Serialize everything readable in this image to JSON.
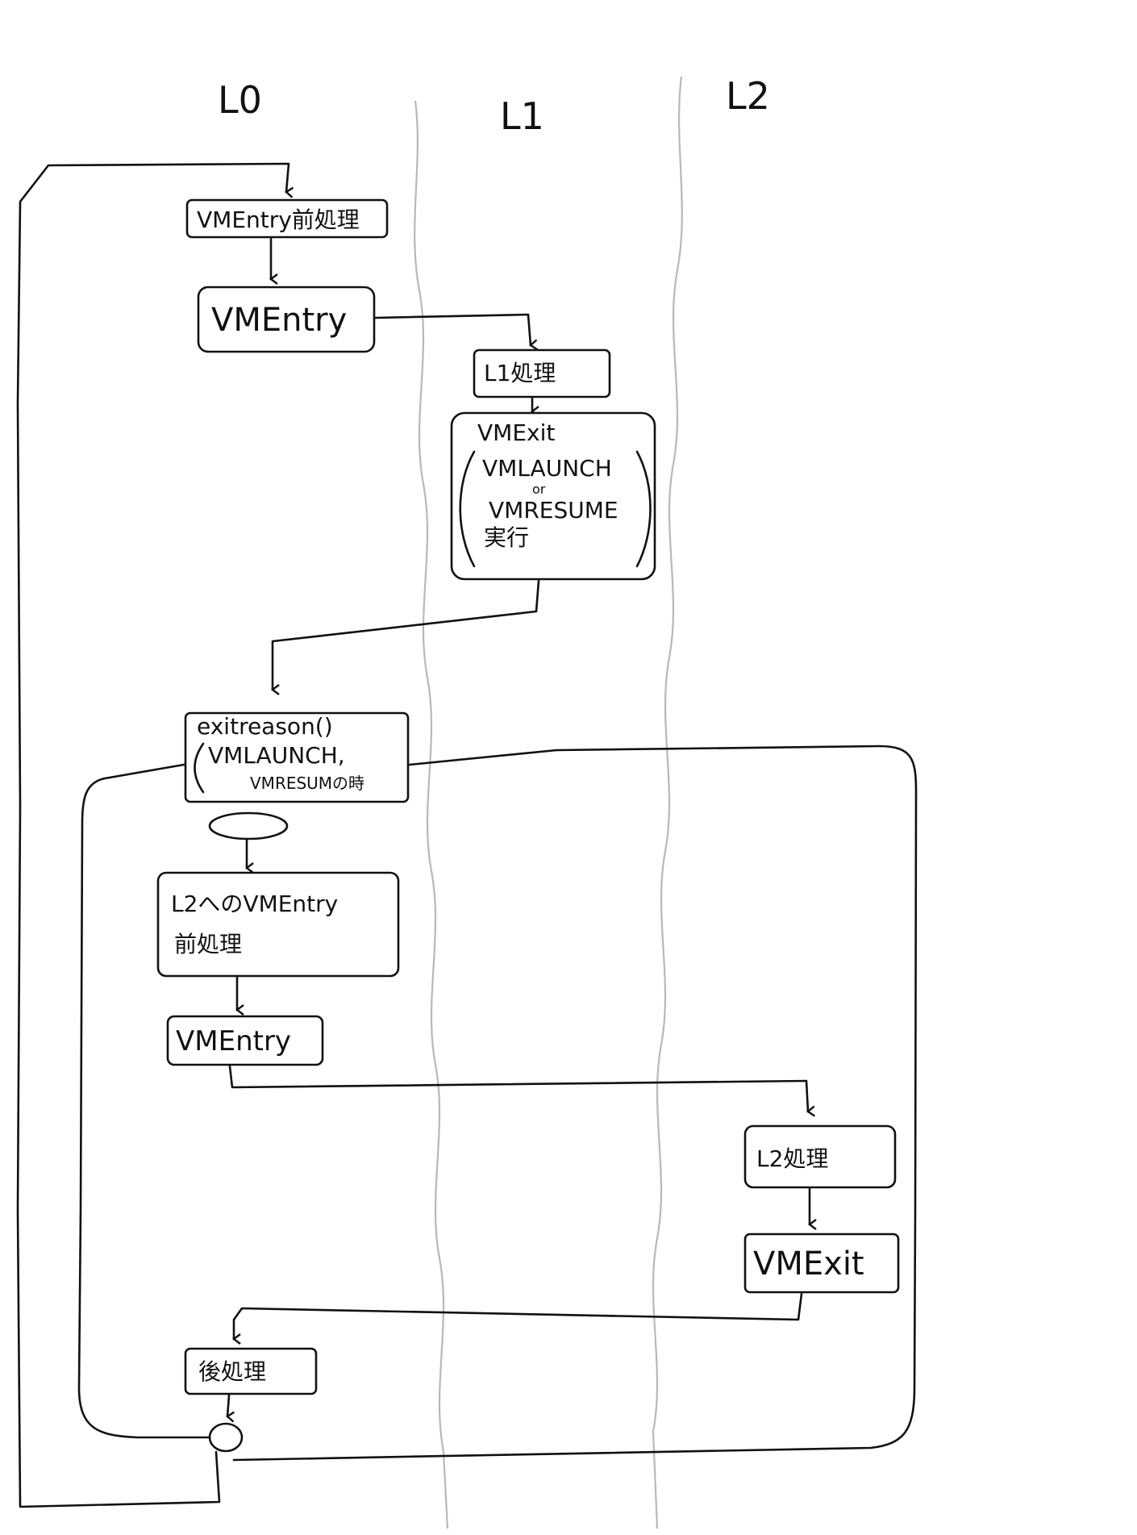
{
  "lanes": {
    "l0": "L0",
    "l1": "L1",
    "l2": "L2"
  },
  "nodes": {
    "vmentry_pre": "VMEntry前処理",
    "vmentry_1": "VMEntry",
    "l1_proc": "L1処理",
    "vmexit_l1": {
      "line1": "VMExit",
      "line2": "VMLAUNCH",
      "line3": "or",
      "line4": "VMRESUME",
      "line5": "実行"
    },
    "exitreason": {
      "line1": "exitreason()",
      "line2": "VMLAUNCH,",
      "line3": "VMRESUMの時"
    },
    "l2_pre": {
      "line1": "L2へのVMEntry",
      "line2": "前処理"
    },
    "vmentry_2": "VMEntry",
    "l2_proc": "L2処理",
    "vmexit_l2": "VMExit",
    "post_proc": "後処理"
  }
}
